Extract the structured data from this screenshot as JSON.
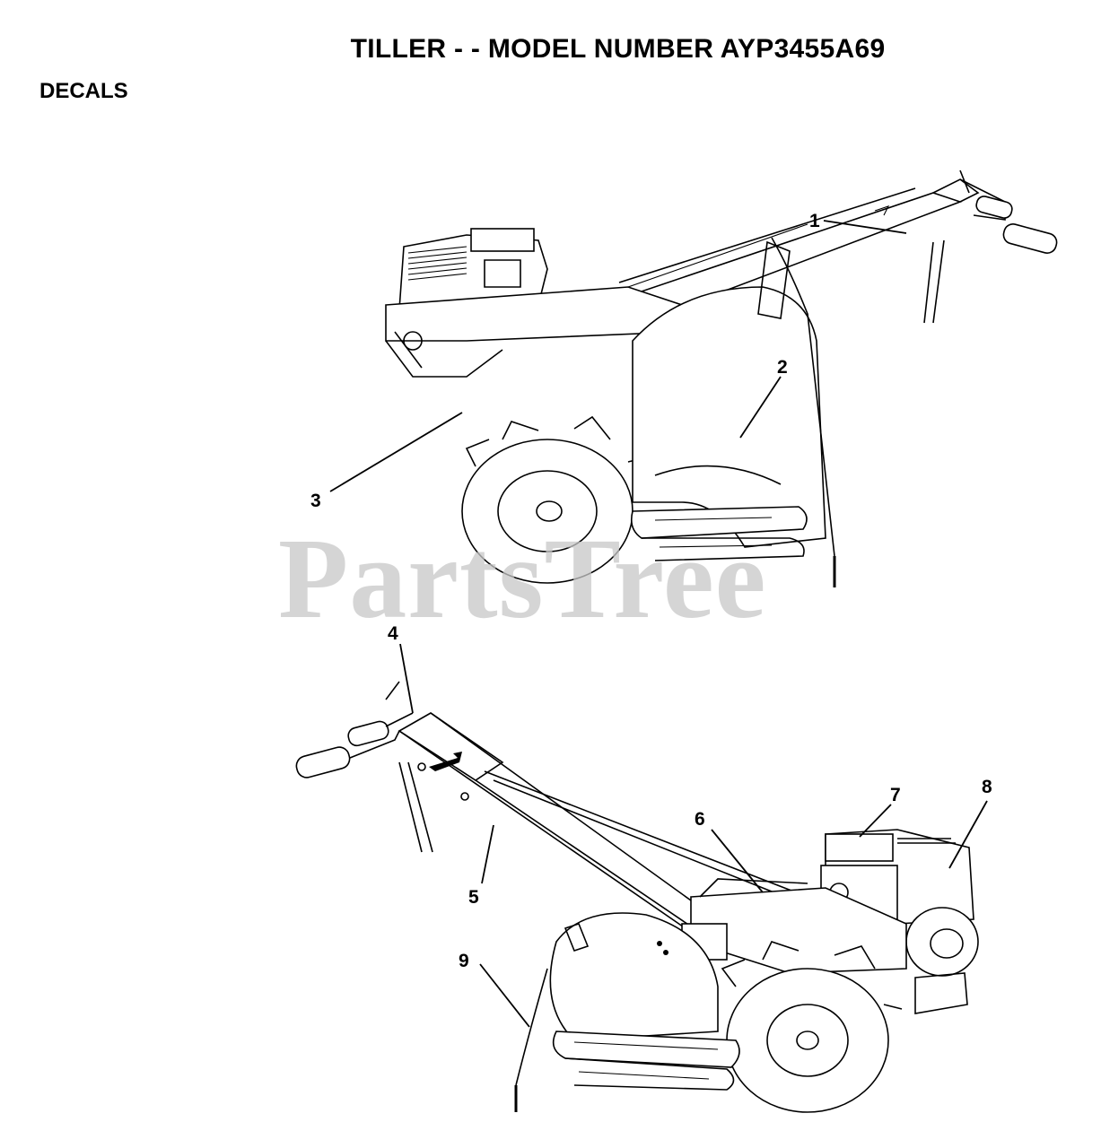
{
  "header": {
    "title": "TILLER - - MODEL NUMBER AYP3455A69",
    "section": "DECALS"
  },
  "watermark": {
    "text": "PartsTree",
    "color": "#c8c8c8"
  },
  "callouts": [
    "1",
    "2",
    "3",
    "4",
    "5",
    "6",
    "7",
    "8",
    "9"
  ]
}
